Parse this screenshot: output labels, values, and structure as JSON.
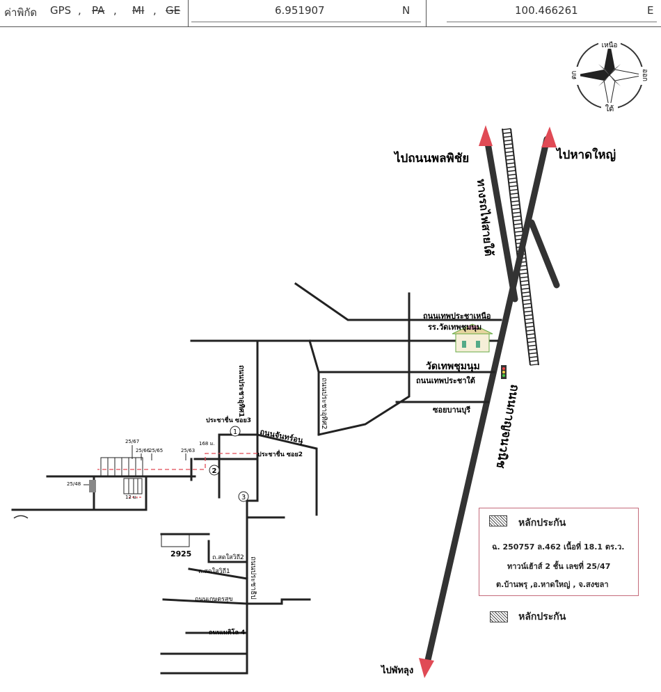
{
  "header": {
    "coord_label": "ค่าพิกัด",
    "gps": "GPS",
    "sep": ",",
    "pa": "PA",
    "mi": "MI",
    "ge": "GE",
    "latitude": "6.951907",
    "lat_dir": "N",
    "longitude": "100.466261",
    "lon_dir": "E"
  },
  "compass": {
    "north": "เหนือ",
    "south": "ใต้",
    "east": "ออก",
    "west": "ตก"
  },
  "roads": {
    "to_phonphichai": "ไปถนนพลพิชัย",
    "to_hatyai": "ไปหาดใหญ่",
    "to_phatthalung": "ไปพัทลุง",
    "railway": "ทางรถไฟสายใต้",
    "kanchanawanit": "ถนนกาญจนวนิช",
    "theppracha_nuea": "ถนนเทพประชาเหนือ",
    "school": "รร.วัดเทพชุมนุม",
    "temple": "วัดเทพชุมนุม",
    "theppracha_tai": "ถนนเทพประชาใต้",
    "soi_banburi": "ซอยบานบุรี",
    "soi_pracha_uthit_1": "ถนนประชาอุทิศ1",
    "soi_pracha_uthit_2": "ถนนประชาอุทิศ2",
    "soi_prachachuen_3": "ประชาชื่น ซอย3",
    "soi_prachachuen_2": "ประชาชื่น ซอย2",
    "chanroj": "ถนนจันทร์อนุ",
    "pracha_thip": "ถนนประชาธิป",
    "sothiwat_2": "ถ.สดใสวิถี2",
    "sothiwat_1": "ถ.สดใสวิถี1",
    "kasetsuk": "ถนนเกษตรสุข",
    "soi_4": "ถนนเมติโล 4"
  },
  "markers": {
    "m1": "1",
    "m2": "2",
    "m3": "3"
  },
  "house_labels": {
    "h25267": "25/67",
    "h25266": "25/66",
    "h25265": "25/65",
    "h25263": "25/63",
    "h25248": "25/48",
    "dist_168": "168 ม.",
    "dist_12": "12 ม.",
    "h29": "29",
    "h25": "25"
  },
  "legend": {
    "title": "หลักประกัน",
    "line1": "ฉ. 250757 ล.462 เนื้อที่ 18.1 ตร.ว.",
    "line2": "ทาวน์เฮ้าส์ 2 ชั้น เลขที่ 25/47",
    "line3": "ต.บ้านพรุ ,อ.หาดใหญ่ , จ.สงขลา",
    "below": "หลักประกัน"
  },
  "colors": {
    "road": "#222222",
    "arrow": "#e04a55",
    "route": "#e04a55",
    "legend_border": "#c46a7a"
  }
}
